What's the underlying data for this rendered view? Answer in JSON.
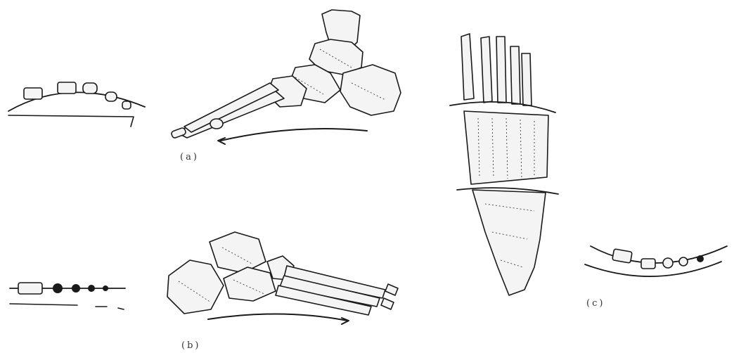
{
  "figure": {
    "panels": [
      {
        "id": "a",
        "label": "(a)"
      },
      {
        "id": "b",
        "label": "(b)"
      },
      {
        "id": "c",
        "label": "(c)"
      }
    ]
  },
  "colors": {
    "ink": "#1a1a1a",
    "paper": "#ffffff",
    "label": "#333333"
  }
}
